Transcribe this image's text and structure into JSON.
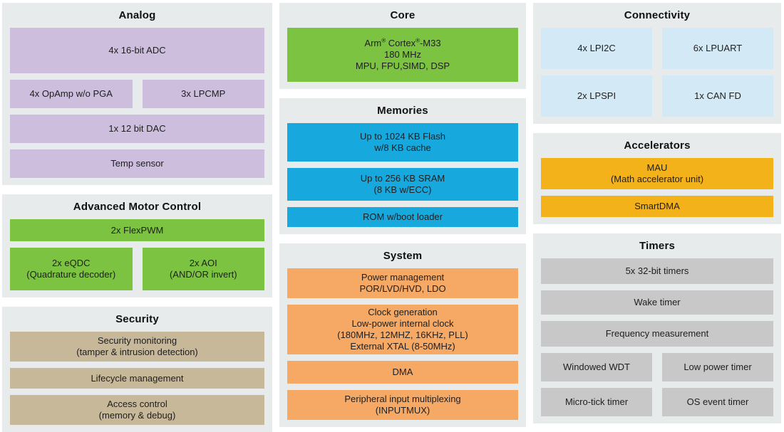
{
  "palette": {
    "panel_bg": "#e7ebec",
    "purple": "#ccbedc",
    "green": "#7cc342",
    "blue": "#17a9de",
    "orange": "#f6a965",
    "light_blue": "#d3eaf6",
    "amber": "#f4b21a",
    "gray": "#c8c8c8",
    "tan": "#c7b899",
    "text": "#1e1e1e",
    "title_text": "#111111"
  },
  "columns": [
    {
      "panels": [
        {
          "title": "Analog",
          "color": "purple",
          "rows": [
            [
              {
                "lines": [
                  "4x 16-bit ADC"
                ],
                "h": 64
              }
            ],
            [
              {
                "lines": [
                  "4x OpAmp w/o PGA"
                ],
                "h": 40
              },
              {
                "lines": [
                  "3x LPCMP"
                ],
                "h": 40
              }
            ],
            [
              {
                "lines": [
                  "1x 12 bit DAC"
                ],
                "h": 40
              }
            ],
            [
              {
                "lines": [
                  "Temp sensor"
                ],
                "h": 40
              }
            ]
          ]
        },
        {
          "title": "Advanced Motor Control",
          "color": "green",
          "rows": [
            [
              {
                "lines": [
                  "2x FlexPWM"
                ],
                "h": 31
              }
            ],
            [
              {
                "lines": [
                  "2x eQDC",
                  "(Quadrature decoder)"
                ],
                "h": 60
              },
              {
                "lines": [
                  "2x AOI",
                  "(AND/OR invert)"
                ],
                "h": 60
              }
            ]
          ]
        },
        {
          "title": "Security",
          "color": "tan",
          "rows": [
            [
              {
                "lines": [
                  "Security monitoring",
                  "(tamper & intrusion detection)"
                ],
                "h": 42
              }
            ],
            [
              {
                "lines": [
                  "Lifecycle management"
                ],
                "h": 29
              }
            ],
            [
              {
                "lines": [
                  "Access control",
                  "(memory & debug)"
                ],
                "h": 42
              }
            ]
          ]
        }
      ]
    },
    {
      "panels": [
        {
          "title": "Core",
          "color": "green",
          "rows": [
            [
              {
                "lines": [
                  "Arm® Cortex®-M33",
                  "180 MHz",
                  "MPU, FPU,SIMD, DSP"
                ],
                "h": 76
              }
            ]
          ]
        },
        {
          "title": "Memories",
          "color": "blue",
          "rows": [
            [
              {
                "lines": [
                  "Up to 1024 KB Flash",
                  "w/8 KB cache"
                ],
                "h": 54
              }
            ],
            [
              {
                "lines": [
                  "Up to 256 KB SRAM",
                  "(8 KB w/ECC)"
                ],
                "h": 46
              }
            ],
            [
              {
                "lines": [
                  "ROM w/boot loader"
                ],
                "h": 28
              }
            ]
          ]
        },
        {
          "title": "System",
          "color": "orange",
          "rows": [
            [
              {
                "lines": [
                  "Power management",
                  "POR/LVD/HVD, LDO"
                ],
                "h": 42
              }
            ],
            [
              {
                "lines": [
                  "Clock generation",
                  "Low-power internal clock",
                  "(180MHz, 12MHZ, 16KHz, PLL)",
                  "External XTAL (8-50MHz)"
                ],
                "h": 70
              }
            ],
            [
              {
                "lines": [
                  "DMA"
                ],
                "h": 32
              }
            ],
            [
              {
                "lines": [
                  "Peripheral input multiplexing",
                  "(INPUTMUX)"
                ],
                "h": 42
              }
            ]
          ]
        }
      ]
    },
    {
      "panels": [
        {
          "title": "Connectivity",
          "color": "light_blue",
          "rows": [
            [
              {
                "lines": [
                  "4x LPI2C"
                ],
                "h": 58
              },
              {
                "lines": [
                  "6x LPUART"
                ],
                "h": 58
              }
            ],
            [
              {
                "lines": [
                  "2x LPSPI"
                ],
                "h": 58
              },
              {
                "lines": [
                  "1x CAN FD"
                ],
                "h": 58
              }
            ]
          ]
        },
        {
          "title": "Accelerators",
          "color": "amber",
          "rows": [
            [
              {
                "lines": [
                  "MAU",
                  "(Math accelerator unit)"
                ],
                "h": 44
              }
            ],
            [
              {
                "lines": [
                  "SmartDMA"
                ],
                "h": 30
              }
            ]
          ]
        },
        {
          "title": "Timers",
          "color": "gray",
          "rows": [
            [
              {
                "lines": [
                  "5x 32-bit timers"
                ],
                "h": 36
              }
            ],
            [
              {
                "lines": [
                  "Wake timer"
                ],
                "h": 34
              }
            ],
            [
              {
                "lines": [
                  "Frequency measurement"
                ],
                "h": 36
              }
            ],
            [
              {
                "lines": [
                  "Windowed WDT"
                ],
                "h": 40
              },
              {
                "lines": [
                  "Low power timer"
                ],
                "h": 40
              }
            ],
            [
              {
                "lines": [
                  "Micro-tick timer"
                ],
                "h": 40
              },
              {
                "lines": [
                  "OS event timer"
                ],
                "h": 40
              }
            ]
          ]
        }
      ]
    }
  ]
}
